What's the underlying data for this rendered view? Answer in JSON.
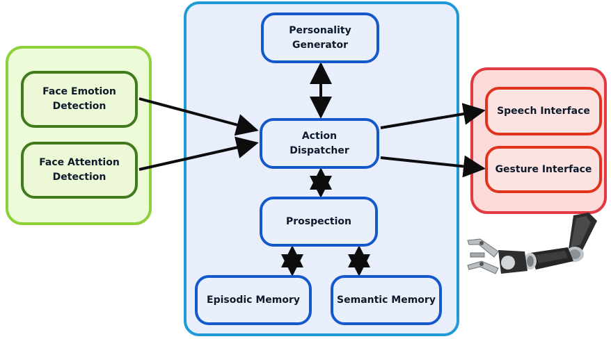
{
  "groups": {
    "perception": {
      "color": "#8ed03a"
    },
    "core": {
      "color": "#1f9ad6"
    },
    "output": {
      "color": "#e23a44"
    }
  },
  "nodes": {
    "face_emotion": "Face Emotion\nDetection",
    "face_attention": "Face Attention\nDetection",
    "personality": "Personality\nGenerator",
    "action": "Action\nDispatcher",
    "prospection": "Prospection",
    "episodic": "Episodic Memory",
    "semantic": "Semantic Memory",
    "speech": "Speech Interface",
    "gesture": "Gesture Interface"
  },
  "edges": [
    {
      "from": "face_emotion",
      "to": "action",
      "direction": "forward"
    },
    {
      "from": "face_attention",
      "to": "action",
      "direction": "forward"
    },
    {
      "from": "personality",
      "to": "action",
      "direction": "both"
    },
    {
      "from": "action",
      "to": "prospection",
      "direction": "both"
    },
    {
      "from": "prospection",
      "to": "episodic",
      "direction": "both"
    },
    {
      "from": "prospection",
      "to": "semantic",
      "direction": "both"
    },
    {
      "from": "action",
      "to": "speech",
      "direction": "forward"
    },
    {
      "from": "action",
      "to": "gesture",
      "direction": "forward"
    }
  ],
  "image": {
    "robot_arm": "robot-arm-gripper"
  }
}
